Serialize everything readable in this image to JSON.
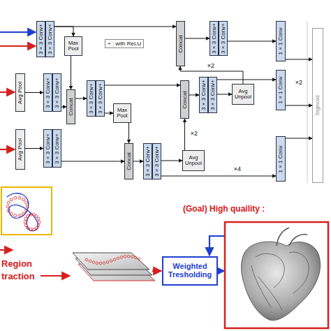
{
  "diagram": {
    "nodes": [
      {
        "text": [
          "3 × 3 Conv+"
        ]
      },
      {
        "text": [
          "3 × 3 Conv+"
        ]
      },
      {
        "text": [
          "Max Pool"
        ]
      },
      {
        "text": [
          "Concat"
        ]
      },
      {
        "text": [
          "3 × 3 Conv+"
        ]
      },
      {
        "text": [
          "3 × 3 Conv+"
        ]
      },
      {
        "text": [
          "1 × 1 Conv"
        ]
      },
      {
        "text": [
          "Avg Pool"
        ]
      },
      {
        "text": [
          "3 × 3 Conv+"
        ]
      },
      {
        "text": [
          "3 × 3 Conv+"
        ]
      },
      {
        "text": [
          "Concat"
        ]
      },
      {
        "text": [
          "3 × 3 Conv+"
        ]
      },
      {
        "text": [
          "3 × 3 Conv+"
        ]
      },
      {
        "text": [
          "Max Pool"
        ]
      },
      {
        "text": [
          "Concat"
        ]
      },
      {
        "text": [
          "3 × 3 Conv+"
        ]
      },
      {
        "text": [
          "3 × 3 Conv+"
        ]
      },
      {
        "text": [
          "Avg Unpool"
        ]
      },
      {
        "text": [
          "1 × 1 Conv"
        ]
      },
      {
        "text": [
          "Avg Pool"
        ]
      },
      {
        "text": [
          "3 × 3 Conv+"
        ]
      },
      {
        "text": [
          "3 × 3 Conv+"
        ]
      },
      {
        "text": [
          "Concat"
        ]
      },
      {
        "text": [
          "3 × 3 Conv+"
        ]
      },
      {
        "text": [
          "3 × 3 Conv+"
        ]
      },
      {
        "text": [
          "Avg Unpool"
        ]
      },
      {
        "text": [
          "1 × 1 Conv"
        ]
      },
      {
        "text": [
          "Sigmoid"
        ]
      },
      {
        "text": [
          "Weighted Tresholding"
        ]
      }
    ],
    "edges": [
      {
        "from": 1,
        "to": 3,
        "arrow": "to"
      },
      {
        "from": 1,
        "to": 2,
        "arrow": "to"
      },
      {
        "from": 2,
        "to": 10,
        "arrow": "to"
      },
      {
        "from": 3,
        "to": 4,
        "arrow": "to"
      },
      {
        "from": 5,
        "to": 6,
        "arrow": "to"
      },
      {
        "from": 6,
        "to": 27,
        "arrow": "to"
      },
      {
        "from": 7,
        "to": 8,
        "arrow": "to"
      },
      {
        "from": 9,
        "to": 10,
        "arrow": "to"
      },
      {
        "from": 10,
        "to": 11,
        "arrow": "to"
      },
      {
        "from": 12,
        "to": 13,
        "arrow": "to"
      },
      {
        "from": 12,
        "to": 14,
        "arrow": "to"
      },
      {
        "from": 13,
        "to": 22,
        "arrow": "to"
      },
      {
        "from": 14,
        "to": 15,
        "arrow": "to"
      },
      {
        "from": 16,
        "to": 17,
        "arrow": "to"
      },
      {
        "from": 17,
        "to": 3,
        "label": "×2",
        "arrow": "to"
      },
      {
        "from": 16,
        "to": 18,
        "arrow": "to"
      },
      {
        "from": 18,
        "to": 27,
        "label": "×2",
        "arrow": "to"
      },
      {
        "from": 19,
        "to": 20,
        "arrow": "to"
      },
      {
        "from": 21,
        "to": 22,
        "arrow": "to"
      },
      {
        "from": 22,
        "to": 23,
        "arrow": "to"
      },
      {
        "from": 24,
        "to": 25,
        "arrow": "to"
      },
      {
        "from": 25,
        "to": 14,
        "label": "×2",
        "arrow": "to"
      },
      {
        "from": 24,
        "to": 26,
        "label": "×4",
        "arrow": "to"
      },
      {
        "from": 26,
        "to": 27,
        "arrow": "to"
      }
    ],
    "labels": [
      "+ : with ReLU",
      "Region",
      "traction",
      "(Goal) High quaility :"
    ]
  }
}
